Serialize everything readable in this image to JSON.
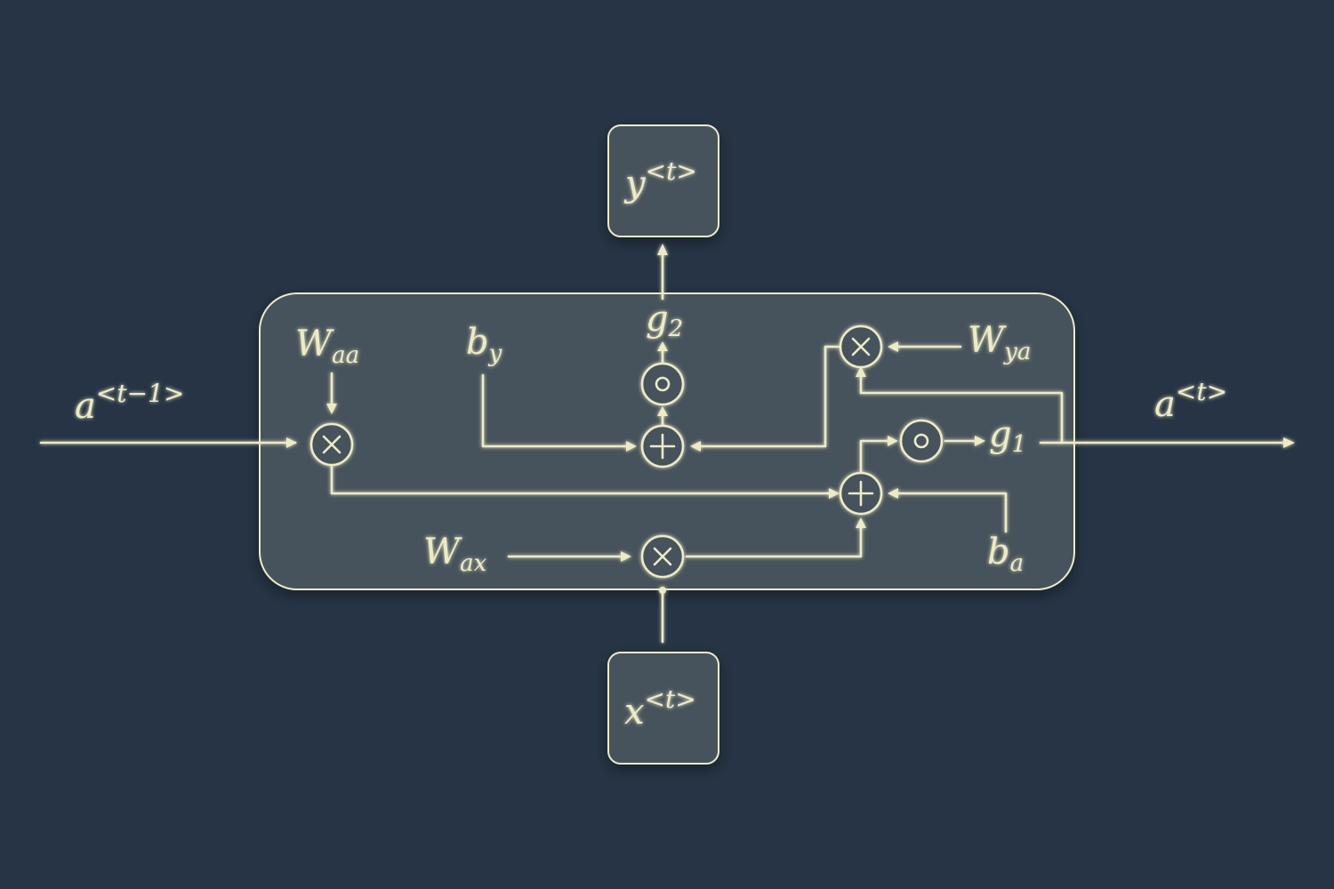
{
  "colors": {
    "background": "#263445",
    "panel": "#46535c",
    "stroke": "#ecebc4"
  },
  "labels": {
    "a_prev": {
      "base": "a",
      "sup": "<t−1>"
    },
    "a_next": {
      "base": "a",
      "sup": "<t>"
    },
    "y_out": {
      "base": "y",
      "sup": "<t>"
    },
    "x_in": {
      "base": "x",
      "sup": "<t>"
    },
    "w_aa": {
      "base": "W",
      "sub": "aa"
    },
    "b_y": {
      "base": "b",
      "sub": "y"
    },
    "g_2": {
      "base": "g",
      "sub": "2"
    },
    "w_ya": {
      "base": "W",
      "sub": "ya"
    },
    "g_1": {
      "base": "g",
      "sub": "1"
    },
    "w_ax": {
      "base": "W",
      "sub": "ax"
    },
    "b_a": {
      "base": "b",
      "sub": "a"
    }
  },
  "operators": {
    "multiply": "multiply-operator",
    "add": "add-operator",
    "activation": "activation-operator"
  }
}
